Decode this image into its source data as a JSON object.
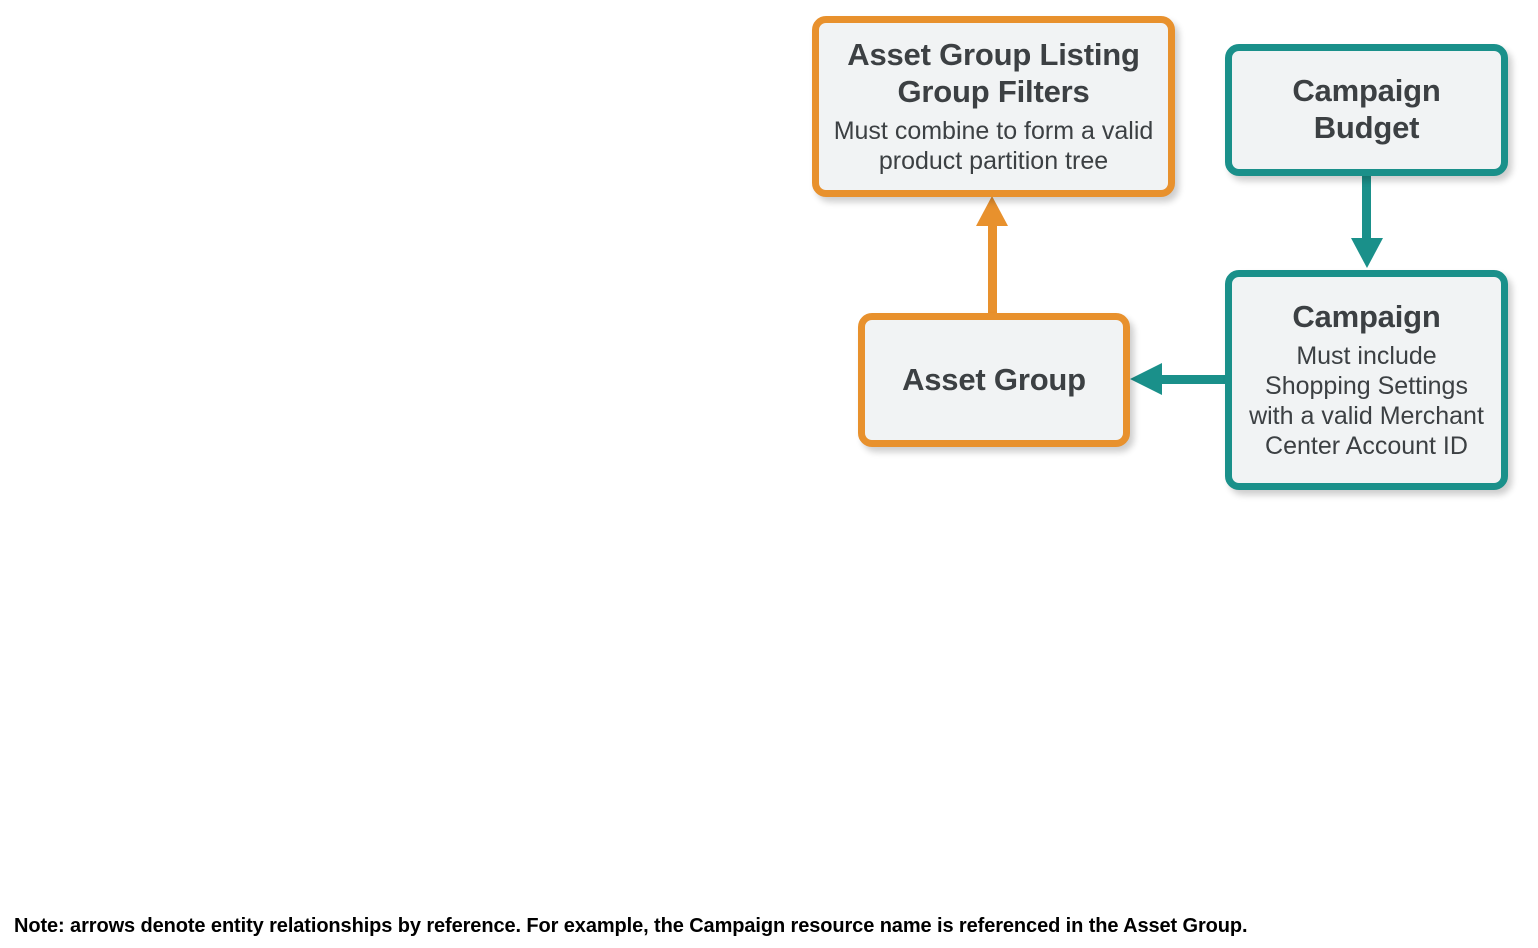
{
  "diagram": {
    "colors": {
      "orange": "#E8912D",
      "teal": "#1A908A",
      "node_fill": "#F1F3F4",
      "text": "#3C4043",
      "background": "#FFFFFF",
      "footnote_text": "#000000"
    },
    "nodes": [
      {
        "id": "asset-group-listing-group-filters",
        "title": "Asset Group Listing Group Filters",
        "subtitle": "Must combine to form a valid product partition tree",
        "accent": "orange"
      },
      {
        "id": "campaign-budget",
        "title": "Campaign Budget",
        "subtitle": "",
        "accent": "teal"
      },
      {
        "id": "asset-group",
        "title": "Asset Group",
        "subtitle": "",
        "accent": "orange"
      },
      {
        "id": "campaign",
        "title": "Campaign",
        "subtitle": "Must include Shopping Settings with a valid Merchant Center Account ID",
        "accent": "teal"
      }
    ],
    "edges": [
      {
        "id": "asset-group-to-asset-group-listing-group-filters",
        "from": "asset-group",
        "to": "asset-group-listing-group-filters",
        "direction": "up",
        "color": "#E8912D"
      },
      {
        "id": "campaign-budget-to-campaign",
        "from": "campaign-budget",
        "to": "campaign",
        "direction": "down",
        "color": "#1A908A"
      },
      {
        "id": "campaign-to-asset-group",
        "from": "campaign",
        "to": "asset-group",
        "direction": "left",
        "color": "#1A908A"
      }
    ],
    "footnote": "Note: arrows denote entity relationships by reference. For example, the Campaign resource name is referenced in the Asset Group."
  }
}
